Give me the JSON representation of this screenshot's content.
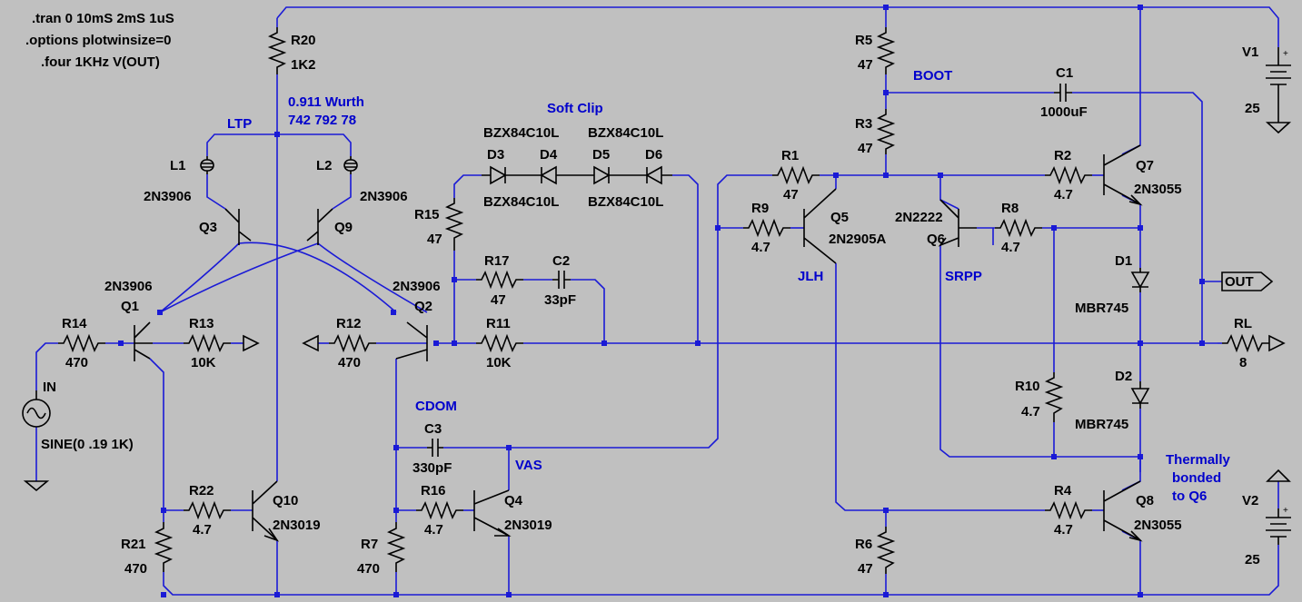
{
  "directives": [
    ".tran 0 10mS 2mS 1uS",
    ".options plotwinsize=0",
    ".four 1KHz V(OUT)"
  ],
  "net_labels": {
    "ltp": "LTP",
    "wurth_1": "0.911 Wurth",
    "wurth_2": "742 792 78",
    "soft_clip": "Soft Clip",
    "boot": "BOOT",
    "jlh": "JLH",
    "srpp": "SRPP",
    "cdom": "CDOM",
    "vas": "VAS",
    "out": "OUT",
    "thermal_1": "Thermally",
    "thermal_2": "bonded",
    "thermal_3": "to Q6"
  },
  "components": {
    "R20": {
      "name": "R20",
      "value": "1K2"
    },
    "L1": {
      "name": "L1"
    },
    "L2": {
      "name": "L2"
    },
    "Q3": {
      "name": "Q3",
      "value": "2N3906"
    },
    "Q9": {
      "name": "Q9",
      "value": "2N3906"
    },
    "Q1": {
      "name": "Q1",
      "value": "2N3906"
    },
    "Q2": {
      "name": "Q2",
      "value": "2N3906"
    },
    "R14": {
      "name": "R14",
      "value": "470"
    },
    "R13": {
      "name": "R13",
      "value": "10K"
    },
    "R12": {
      "name": "R12",
      "value": "470"
    },
    "IN": {
      "name": "IN",
      "value": "SINE(0 .19 1K)"
    },
    "R22": {
      "name": "R22",
      "value": "4.7"
    },
    "Q10": {
      "name": "Q10",
      "value": "2N3019"
    },
    "R21": {
      "name": "R21",
      "value": "470"
    },
    "D3": {
      "name": "D3",
      "value": "BZX84C10L"
    },
    "D4": {
      "name": "D4",
      "value": "BZX84C10L"
    },
    "D5": {
      "name": "D5",
      "value": "BZX84C10L"
    },
    "D6": {
      "name": "D6",
      "value": "BZX84C10L"
    },
    "R15": {
      "name": "R15",
      "value": "47"
    },
    "R17": {
      "name": "R17",
      "value": "47"
    },
    "C2": {
      "name": "C2",
      "value": "33pF"
    },
    "R11": {
      "name": "R11",
      "value": "10K"
    },
    "C3": {
      "name": "C3",
      "value": "330pF"
    },
    "R16": {
      "name": "R16",
      "value": "4.7"
    },
    "Q4": {
      "name": "Q4",
      "value": "2N3019"
    },
    "R7": {
      "name": "R7",
      "value": "470"
    },
    "R1": {
      "name": "R1",
      "value": "47"
    },
    "R9": {
      "name": "R9",
      "value": "4.7"
    },
    "Q5": {
      "name": "Q5",
      "value": "2N2905A"
    },
    "R5": {
      "name": "R5",
      "value": "47"
    },
    "R3": {
      "name": "R3",
      "value": "47"
    },
    "C1": {
      "name": "C1",
      "value": "1000uF"
    },
    "R2": {
      "name": "R2",
      "value": "4.7"
    },
    "Q7": {
      "name": "Q7",
      "value": "2N3055"
    },
    "Q6": {
      "name": "Q6",
      "value": "2N2222"
    },
    "R8": {
      "name": "R8",
      "value": "4.7"
    },
    "D1": {
      "name": "D1",
      "value": "MBR745"
    },
    "D2": {
      "name": "D2",
      "value": "MBR745"
    },
    "R10": {
      "name": "R10",
      "value": "4.7"
    },
    "R4": {
      "name": "R4",
      "value": "4.7"
    },
    "Q8": {
      "name": "Q8",
      "value": "2N3055"
    },
    "R6": {
      "name": "R6",
      "value": "47"
    },
    "RL": {
      "name": "RL",
      "value": "8"
    },
    "V1": {
      "name": "V1",
      "value": "25"
    },
    "V2": {
      "name": "V2",
      "value": "25"
    }
  }
}
